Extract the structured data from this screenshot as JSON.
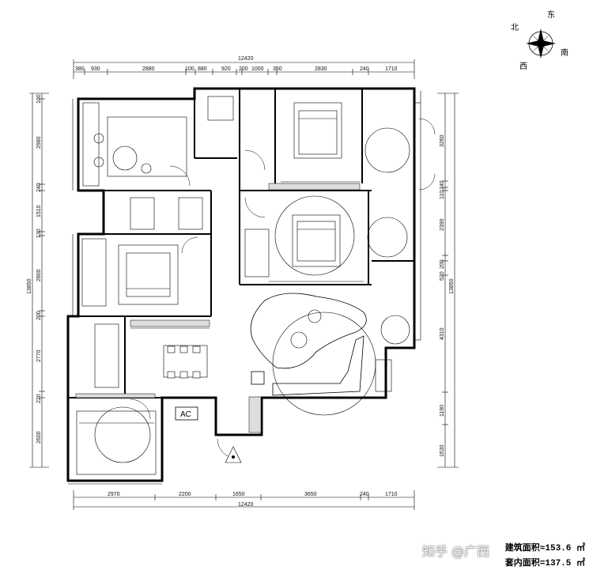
{
  "compass": {
    "north": "北",
    "east": "东",
    "south": "南",
    "west": "西"
  },
  "dims": {
    "top_total": "12420",
    "top_segments": [
      "380",
      "930",
      "2880",
      "100",
      "880",
      "920",
      "200",
      "1000",
      "350",
      "2830",
      "240",
      "1710"
    ],
    "bottom_total": "12420",
    "bottom_segments": [
      "2970",
      "2200",
      "1650",
      "3650",
      "240",
      "1710"
    ],
    "left_total": "13850",
    "left_segments": [
      "100",
      "2980",
      "240",
      "1510",
      "130",
      "2800",
      "200",
      "2770",
      "220",
      "2600"
    ],
    "right_total": "13850",
    "right_segments": [
      "3260",
      "240",
      "110",
      "2390",
      "200",
      "520",
      "4310",
      "1190",
      "1630"
    ]
  },
  "ac_label": "AC",
  "watermark": "知乎 @广西",
  "area": {
    "line1": "建筑面积≈153.6 ㎡",
    "line2": "套内面积=137.5 ㎡"
  }
}
